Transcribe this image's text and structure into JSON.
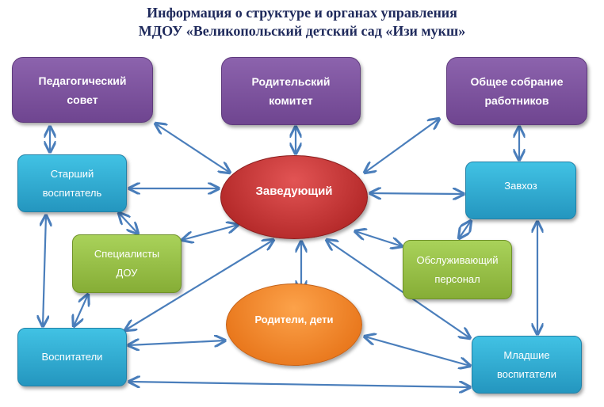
{
  "title": {
    "line1": "Информация о структуре  и органах управления",
    "line2": "МДОУ «Великопольский детский сад «Изи мукш»"
  },
  "nodes": {
    "ped_sovet": [
      "Педагогический",
      "совет"
    ],
    "rod_komitet": [
      "Родительский",
      "комитет"
    ],
    "obshee_sobranie": [
      "Общее собрание",
      "работников"
    ],
    "starshiy": [
      "Старший",
      "воспитатель"
    ],
    "zaveduyushiy": [
      "Заведующий"
    ],
    "zavhoz": [
      "Завхоз"
    ],
    "specialisty": [
      "Специалисты",
      "ДОУ"
    ],
    "obsluzh": [
      "Обслуживающий",
      "персонал"
    ],
    "roditeli": [
      "Родители, дети"
    ],
    "vospitateli": [
      "Воспитатели"
    ],
    "mladshie": [
      "Младшие",
      "воспитатели"
    ]
  },
  "colors": {
    "arrow": "#4a7ebb",
    "purple": "#7a4f9c",
    "blue": "#31acd4",
    "green": "#98c147",
    "red": "#c83838",
    "orange": "#f28a2c"
  }
}
